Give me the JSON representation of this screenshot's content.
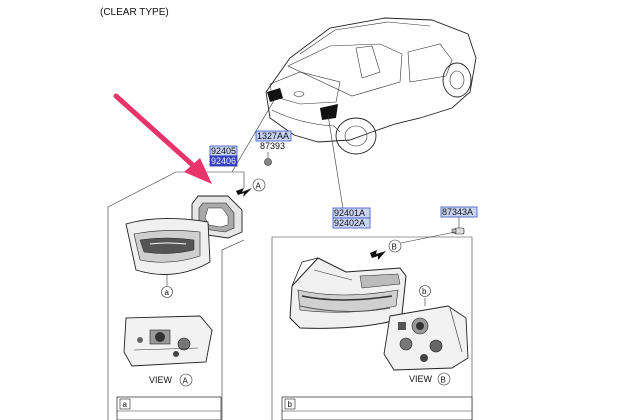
{
  "header": {
    "title": "(CLEAR TYPE)"
  },
  "part_numbers": {
    "inner_lamp": [
      "92405",
      "92406"
    ],
    "screw_a": [
      "1327AA",
      "87393"
    ],
    "outer_lamp": [
      "92401A",
      "92402A"
    ],
    "bulb": "87343A"
  },
  "callouts": {
    "a_circle": "A",
    "b_circle": "B",
    "sub_a": "a",
    "sub_b": "b"
  },
  "views": {
    "view_a_label": "VIEW",
    "view_a_circle": "A",
    "view_b_label": "VIEW",
    "view_b_circle": "B"
  },
  "tables": {
    "left_header": "a",
    "right_header": "b"
  },
  "colors": {
    "arrow": "#e8336b",
    "highlight": "#3b54c7"
  }
}
